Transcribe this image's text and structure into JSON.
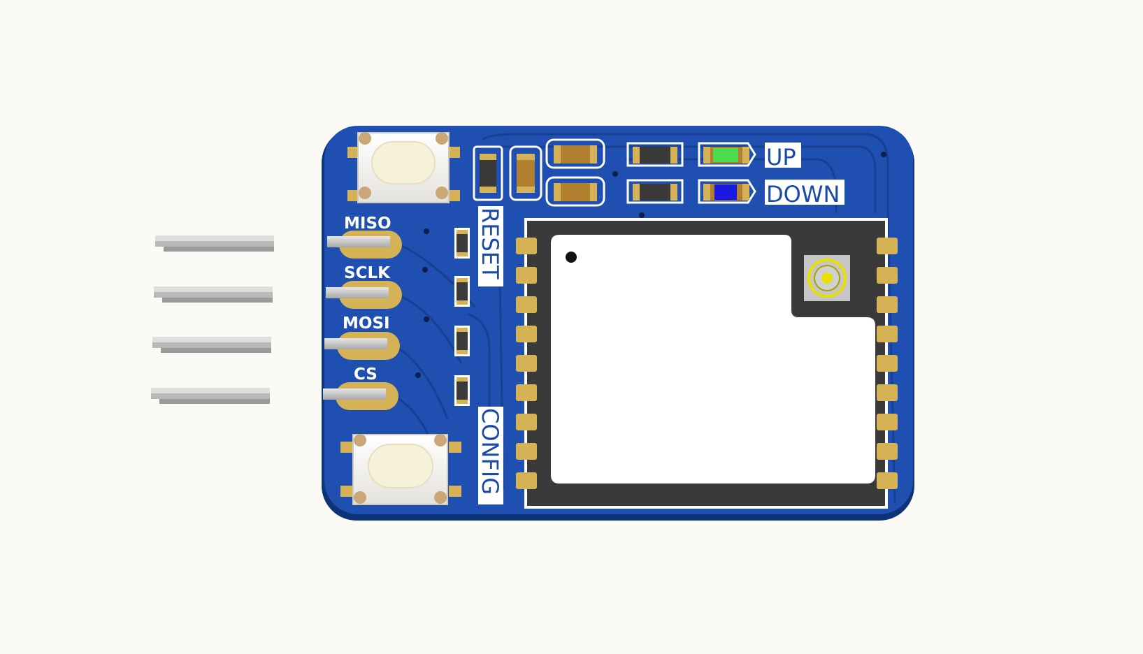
{
  "board": {
    "pins": [
      {
        "label": "MISO"
      },
      {
        "label": "SCLK"
      },
      {
        "label": "MOSI"
      },
      {
        "label": "CS"
      }
    ],
    "buttons": {
      "reset": "RESET",
      "config": "CONFIG"
    },
    "leds": {
      "up": {
        "label": "UP",
        "color": "#4cdc4c"
      },
      "down": {
        "label": "DOWN",
        "color": "#1818e0"
      }
    }
  },
  "colors": {
    "pcb": "#1f4fb0",
    "pad_gold": "#d6b256",
    "module_body": "#3a3a3a",
    "shield": "#ffffff",
    "header_pin": "#c9c9c9"
  }
}
